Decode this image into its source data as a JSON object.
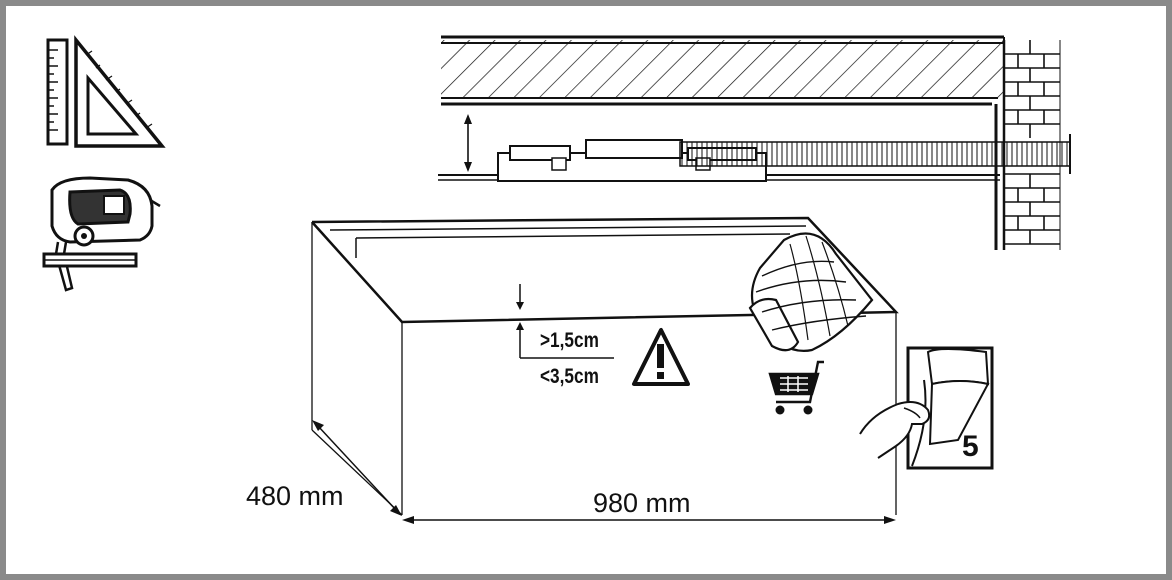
{
  "dimensions": {
    "depth": "480 mm",
    "width": "980 mm"
  },
  "clearance": {
    "min": ">1,5cm",
    "max": "<3,5cm"
  },
  "page_ref": "5",
  "icons": [
    "ruler-icon",
    "set-square-icon",
    "jigsaw-icon",
    "warning-icon",
    "shopping-cart-icon",
    "page-turn-icon",
    "flexible-duct-icon",
    "brick-wall-icon"
  ],
  "colors": {
    "frame": "#8a8a8a",
    "line": "#111111"
  }
}
